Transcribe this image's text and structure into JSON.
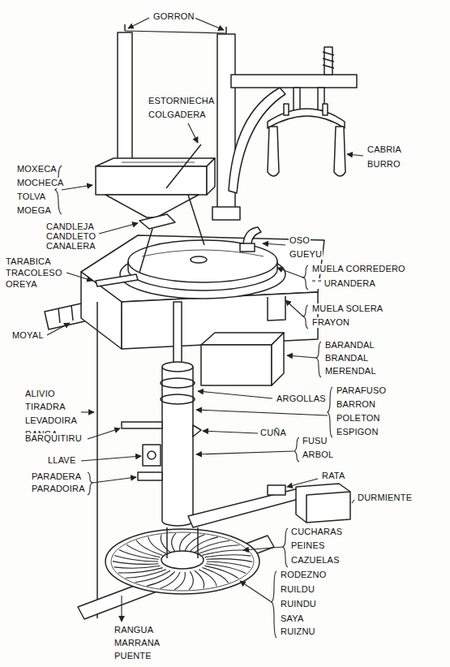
{
  "diagram": {
    "labels": [
      "GORRON",
      "ESTORNIECHA",
      "COLGADERA",
      "CABRIA",
      "BURRO",
      "MOXECA",
      "MOCHECA",
      "TOLVA",
      "MOEGA",
      "CANDLEJA",
      "CANDLETO",
      "CANALERA",
      "TARABICA",
      "TRACOLESO",
      "OREYA",
      "OSO",
      "GUEYU",
      "MUELA CORREDERO",
      "\" \" URANDERA",
      "MUELA SOLERA",
      "FRAYON",
      "MOYAL",
      "BARANDAL",
      "BRANDAL",
      "MERENDAL",
      "ALIVIO",
      "TIRADRA",
      "LEVADOIRA",
      "RANGA",
      "ARGOLLAS",
      "PARAFUSO",
      "BARRON",
      "POLETON",
      "ESPIGON",
      "BARQUITIRU",
      "CUÑA",
      "FUSU",
      "ARBOL",
      "LLAVE",
      "PARADERA",
      "PARADOIRA",
      "RATA",
      "DURMIENTE",
      "CUCHARAS",
      "PEINES",
      "CAZUELAS",
      "RODEZNO",
      "RUILDU",
      "RUINDU",
      "SAYA",
      "RUIZNU",
      "RANGUA",
      "MARRANA",
      "PUENTE"
    ]
  }
}
